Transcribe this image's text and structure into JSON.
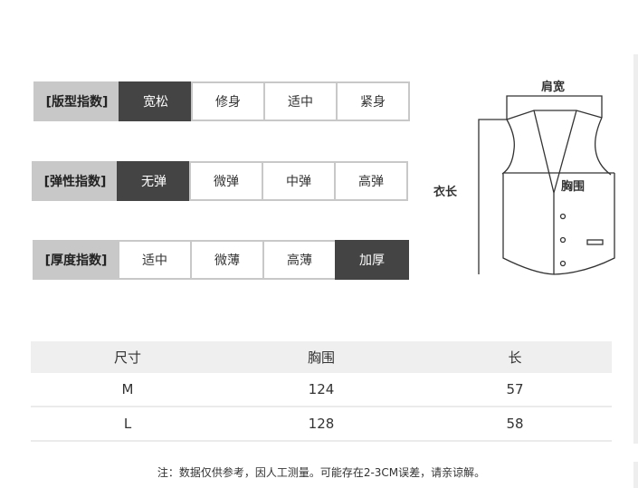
{
  "indices": [
    {
      "label": "[版型指数]",
      "options": [
        "宽松",
        "修身",
        "适中",
        "紧身"
      ],
      "selected": 0
    },
    {
      "label": "[弹性指数]",
      "options": [
        "无弹",
        "微弹",
        "中弹",
        "高弹"
      ],
      "selected": 0
    },
    {
      "label": "[厚度指数]",
      "options": [
        "适中",
        "微薄",
        "高薄",
        "加厚"
      ],
      "selected": 3
    }
  ],
  "diagram": {
    "shoulder": "肩宽",
    "length": "衣长",
    "chest": "胸围"
  },
  "table": {
    "headers": [
      "尺寸",
      "胸围",
      "长"
    ],
    "rows": [
      [
        "M",
        "124",
        "57"
      ],
      [
        "L",
        "128",
        "58"
      ]
    ]
  },
  "note": "注：数据仅供参考，因人工测量。可能存在2-3CM误差，请亲谅解。"
}
